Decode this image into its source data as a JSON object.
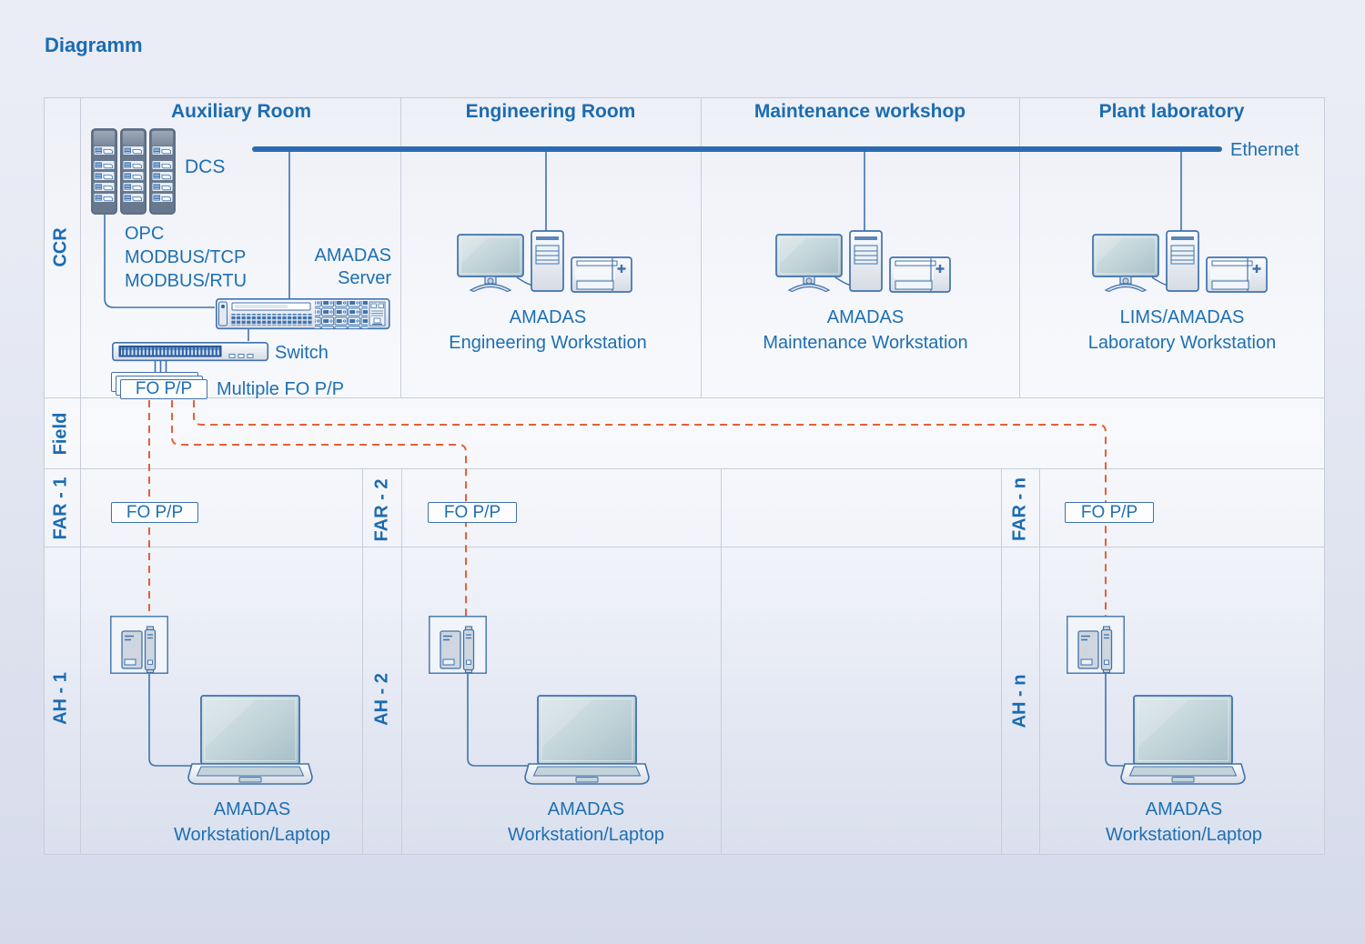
{
  "title": "Diagramm",
  "colors": {
    "text_blue": "#1e6fb2",
    "header_blue": "#1b6cb1",
    "device_stroke_blue": "#3f72ad",
    "ethernet_blue": "#2b6cb0",
    "fiber_dashed_red": "#e55f38",
    "dcs_rack_slate": "#68798f",
    "grid_line": "#c8cdd9"
  },
  "header": {
    "columns": [
      "Auxiliary Room",
      "Engineering Room",
      "Maintenance workshop",
      "Plant laboratory"
    ],
    "ethernet_label": "Ethernet"
  },
  "rows": {
    "ccr": "CCR",
    "field": "Field",
    "far1": "FAR - 1",
    "ah1": "AH - 1",
    "far2": "FAR - 2",
    "ah2": "AH - 2",
    "farn": "FAR - n",
    "ahn": "AH - n"
  },
  "ccr": {
    "dcs_label": "DCS",
    "protocols": [
      "OPC",
      "MODBUS/TCP",
      "MODBUS/RTU"
    ],
    "server_label_lines": [
      "AMADAS",
      "Server"
    ],
    "switch_label": "Switch",
    "fopp_stack_label": "FO P/P",
    "multiple_fopp_label": "Multiple FO P/P",
    "workstations": [
      {
        "line1": "AMADAS",
        "line2": "Engineering Workstation"
      },
      {
        "line1": "AMADAS",
        "line2": "Maintenance Workstation"
      },
      {
        "line1": "LIMS/AMADAS",
        "line2": "Laboratory Workstation"
      }
    ]
  },
  "far": {
    "fopp_boxes": [
      "FO P/P",
      "FO P/P",
      "FO P/P"
    ]
  },
  "ah": {
    "laptops": [
      {
        "line1": "AMADAS",
        "line2": "Workstation/Laptop"
      },
      {
        "line1": "AMADAS",
        "line2": "Workstation/Laptop"
      },
      {
        "line1": "AMADAS",
        "line2": "Workstation/Laptop"
      }
    ]
  }
}
